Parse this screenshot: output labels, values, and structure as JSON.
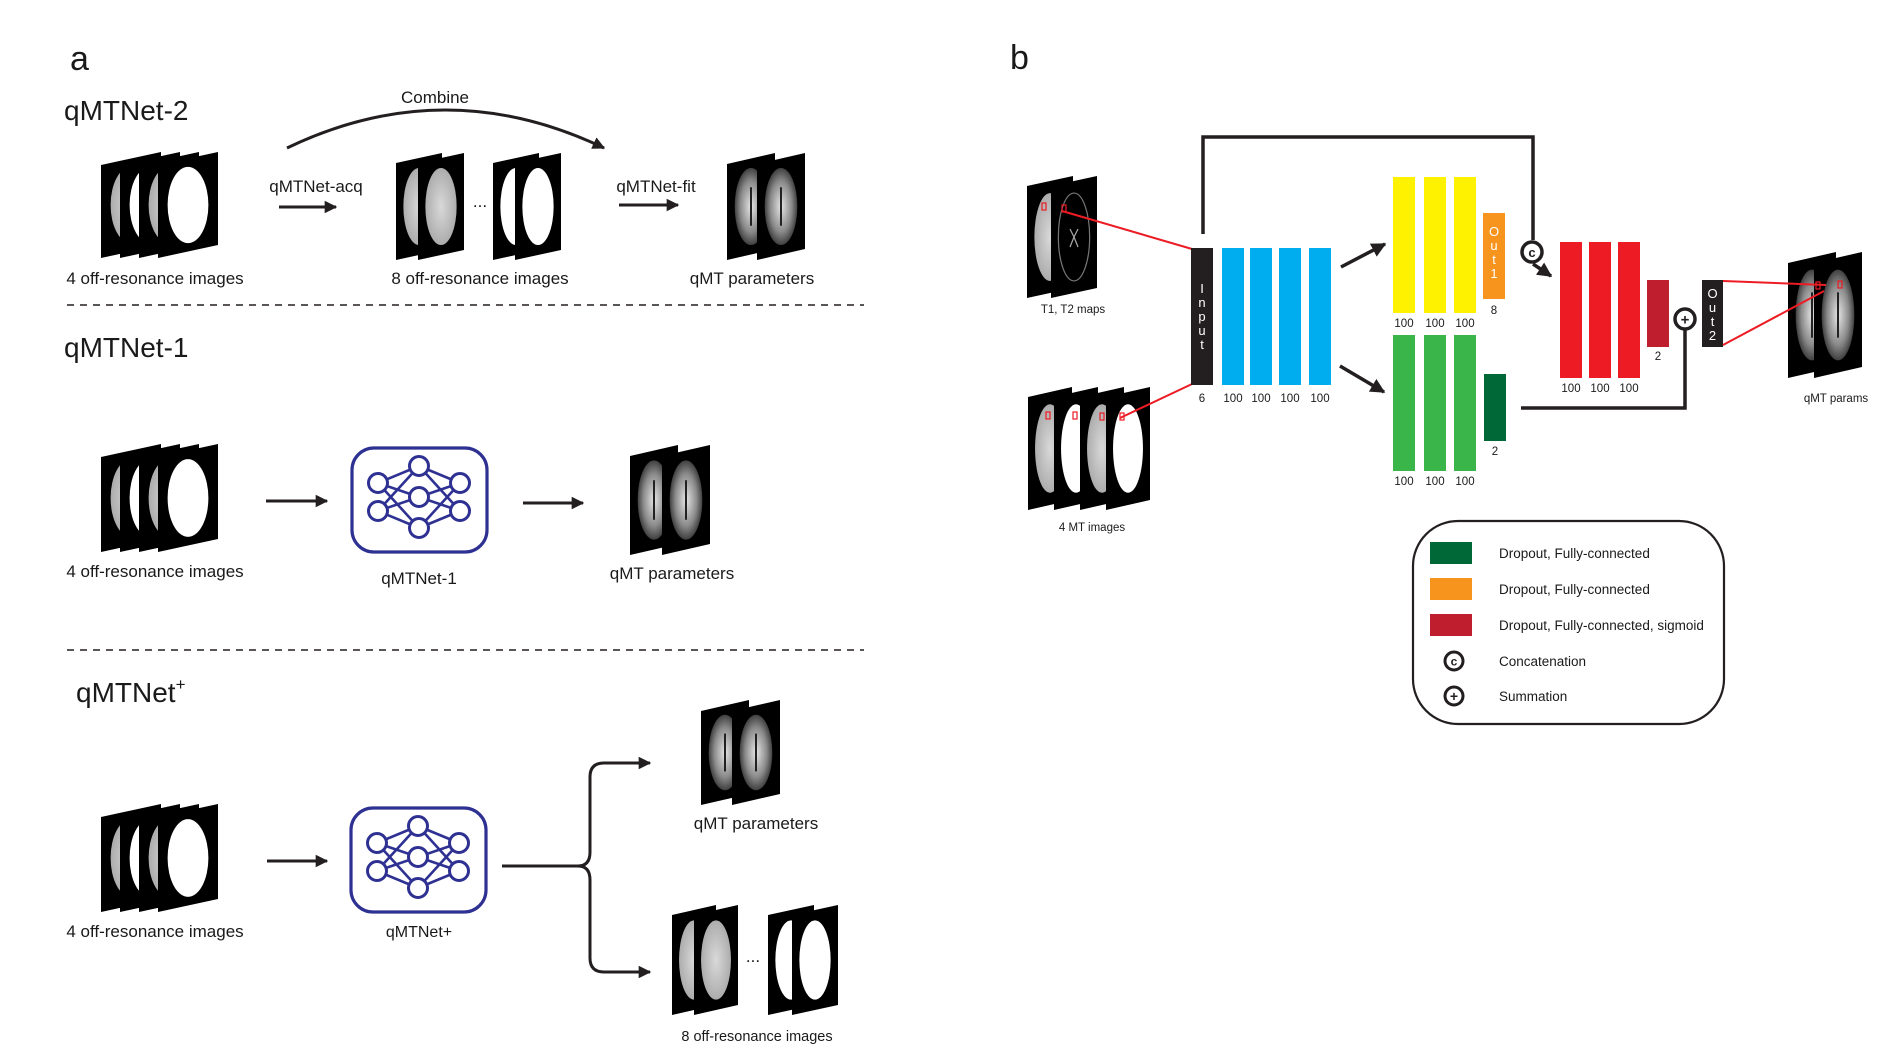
{
  "panel_a": {
    "label": "a",
    "qmtnet2": {
      "title": "qMTNet-2",
      "combine_label": "Combine",
      "acq_label": "qMTNet-acq",
      "fit_label": "qMTNet-fit",
      "input_caption": "4 off-resonance images",
      "mid_caption": "8 off-resonance images",
      "output_caption": "qMT parameters",
      "ellipsis": "..."
    },
    "qmtnet1": {
      "title": "qMTNet-1",
      "input_caption": "4 off-resonance images",
      "network_caption": "qMTNet-1",
      "output_caption": "qMT parameters"
    },
    "qmtnetplus": {
      "title": "qMTNet",
      "title_sup": "+",
      "input_caption": "4 off-resonance images",
      "network_caption": "qMTNet+",
      "output_top_caption": "qMT parameters",
      "output_bottom_caption": "8 off-resonance images",
      "ellipsis": "..."
    }
  },
  "panel_b": {
    "label": "b",
    "t1t2_caption": "T1, T2 maps",
    "mt_caption": "4 MT images",
    "output_caption": "qMT params",
    "input_block": {
      "text": "Input",
      "size": "6"
    },
    "blue_layers": [
      "100",
      "100",
      "100",
      "100"
    ],
    "yellow_layers": [
      "100",
      "100",
      "100"
    ],
    "out1": {
      "text": "Out1",
      "size": "8"
    },
    "green_layers": [
      "100",
      "100",
      "100"
    ],
    "green_out": {
      "size": "2"
    },
    "red_layers": [
      "100",
      "100",
      "100"
    ],
    "red_out": {
      "size": "2"
    },
    "out2": {
      "text": "Out2"
    },
    "concat_symbol": "c",
    "sum_symbol": "+",
    "legend": [
      {
        "swatch": "dark-green",
        "label": "Dropout, Fully-connected"
      },
      {
        "swatch": "orange",
        "label": "Dropout, Fully-connected"
      },
      {
        "swatch": "dark-red",
        "label": "Dropout, Fully-connected, sigmoid"
      },
      {
        "swatch": "concat",
        "label": "Concatenation"
      },
      {
        "swatch": "sum",
        "label": "Summation"
      }
    ]
  },
  "colors": {
    "network_blue": "#2e3192",
    "layer_blue": "#00aeef",
    "layer_yellow": "#fff200",
    "layer_green": "#39b54a",
    "layer_red": "#ed1c24",
    "out_orange": "#f7941d",
    "out_dark_green": "#006837",
    "out_dark_red": "#be1e2d",
    "block_black": "#231f20",
    "roi_red": "#ed1c24"
  }
}
